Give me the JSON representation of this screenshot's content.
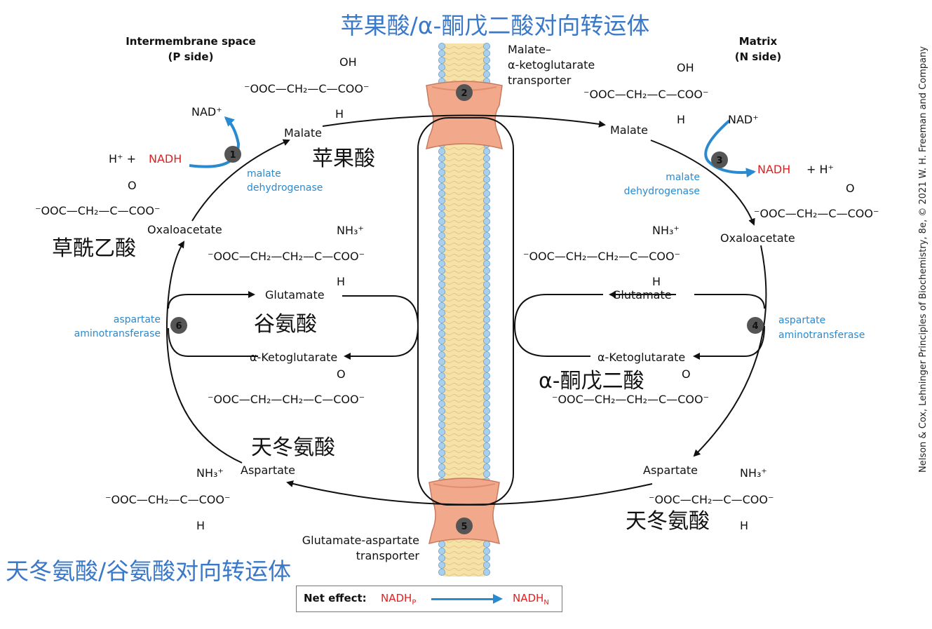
{
  "titles": {
    "top": "苹果酸/α-酮戊二酸对向转运体",
    "bottom": "天冬氨酸/谷氨酸对向转运体"
  },
  "sides": {
    "p_line1": "Intermembrane space",
    "p_line2": "(P side)",
    "n_line1": "Matrix",
    "n_line2": "(N side)"
  },
  "transporters": {
    "mk_line1": "Malate–",
    "mk_line2": "α-ketoglutarate",
    "mk_line3": "transporter",
    "ga_line1": "Glutamate-aspartate",
    "ga_line2": "transporter"
  },
  "steps": [
    "1",
    "2",
    "3",
    "4",
    "5",
    "6"
  ],
  "metabolites": {
    "malate": "Malate",
    "oxaloacetate": "Oxaloacetate",
    "glutamate": "Glutamate",
    "ketoglutarate": "α-Ketoglutarate",
    "aspartate": "Aspartate"
  },
  "chinese": {
    "malate": "苹果酸",
    "oxaloacetate": "草酰乙酸",
    "glutamate": "谷氨酸",
    "ketoglutarate": "α-酮戊二酸",
    "aspartate_left": "天冬氨酸",
    "aspartate_right": "天冬氨酸"
  },
  "enzymes": {
    "mdh_line1": "malate",
    "mdh_line2": "dehydrogenase",
    "ast_line1": "aspartate",
    "ast_line2": "aminotransferase"
  },
  "cofactors": {
    "nad": "NAD⁺",
    "nadh": "NADH",
    "h_plus": "H⁺ +",
    "plus_h": "+ H⁺"
  },
  "formulas": {
    "malate_line": "⁻OOC—CH₂—C—COO⁻",
    "oh": "OH",
    "h": "H",
    "o": "O",
    "nh3": "NH₃⁺",
    "oxaloacetate_line": "⁻OOC—CH₂—C—COO⁻",
    "glutamate_line": "⁻OOC—CH₂—CH₂—C—COO⁻",
    "ketoglutarate_line": "⁻OOC—CH₂—CH₂—C—COO⁻",
    "aspartate_line": "⁻OOC—CH₂—C—COO⁻"
  },
  "net_effect": {
    "label": "Net effect:",
    "from": "NADH",
    "from_sub": "P",
    "to": "NADH",
    "to_sub": "N"
  },
  "credit": "Nelson & Cox, Lehninger Principles of Biochemistry, 8e, © 2021 W. H. Freeman and Company",
  "colors": {
    "accent_blue": "#2a8ad0",
    "title_blue": "#3a78c8",
    "nadh_red": "#e02020",
    "membrane": "#f3dc9a",
    "bead": "#a8d0ee",
    "transporter": "#f2a88a"
  }
}
